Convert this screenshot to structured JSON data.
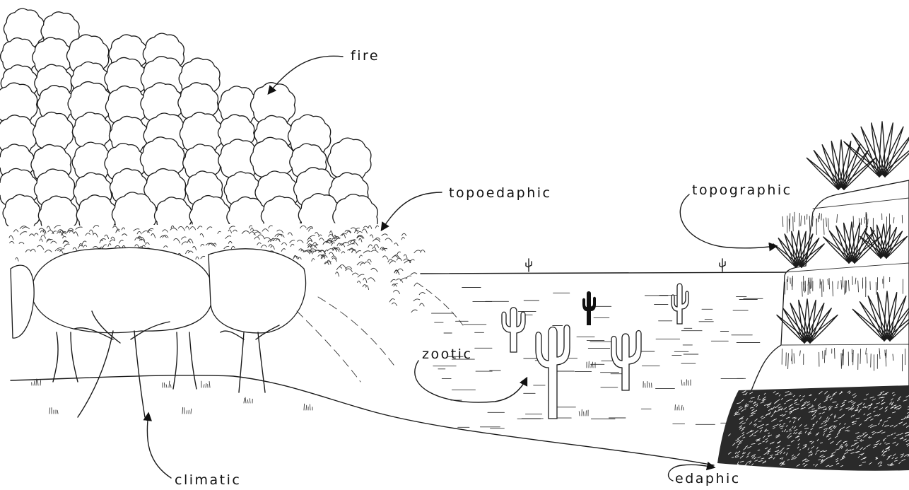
{
  "labels": {
    "fire": "fire",
    "topoedaphic": "topoedaphic",
    "topographic": "topographic",
    "zootic": "zootic",
    "climatic": "climatic",
    "edaphic": "edaphic"
  },
  "colors": {
    "ink": "#1a1a1a",
    "paper": "#ffffff"
  }
}
